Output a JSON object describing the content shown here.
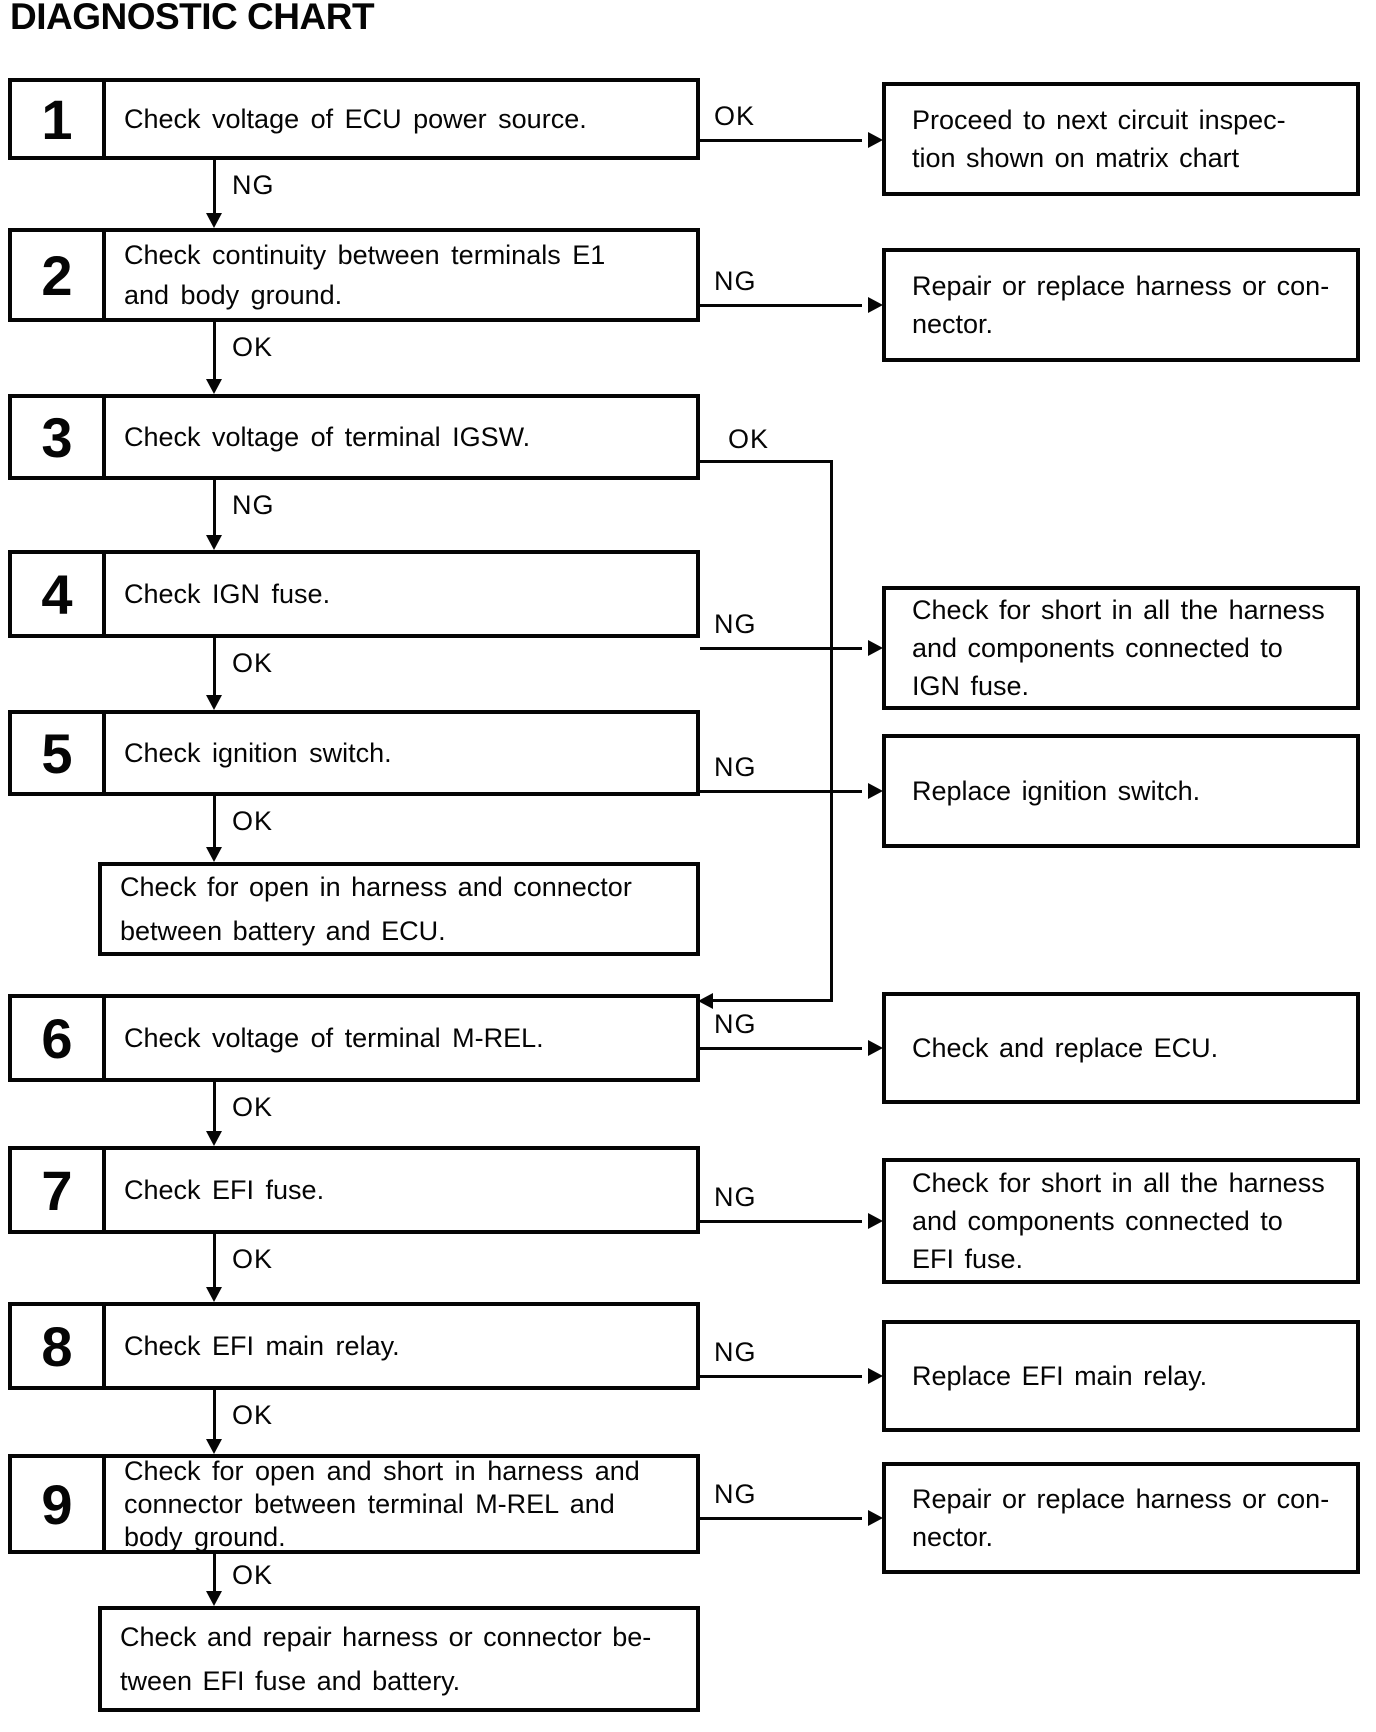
{
  "title": "DIAGNOSTIC CHART",
  "steps": [
    {
      "number": "1",
      "text": "Check voltage of ECU power source.",
      "branch": "OK",
      "result": "Proceed to next circuit inspec-\ntion shown on matrix chart",
      "down": "NG"
    },
    {
      "number": "2",
      "text": "Check continuity between terminals E1\nand body ground.",
      "branch": "NG",
      "result": "Repair or replace harness or con-\nnector.",
      "down": "OK"
    },
    {
      "number": "3",
      "text": "Check voltage of terminal IGSW.",
      "branch": "OK",
      "branch_target": "step 6",
      "down": "NG"
    },
    {
      "number": "4",
      "text": "Check IGN fuse.",
      "branch": "NG",
      "result": "Check for short in all the harness\nand components connected to\nIGN fuse.",
      "down": "OK"
    },
    {
      "number": "5",
      "text": "Check ignition switch.",
      "branch": "NG",
      "result": "Replace ignition switch.",
      "down": "OK"
    },
    {
      "number": "6",
      "text": "Check voltage of terminal M-REL.",
      "branch": "NG",
      "result": "Check and replace ECU.",
      "down": "OK"
    },
    {
      "number": "7",
      "text": "Check EFI fuse.",
      "branch": "NG",
      "result": "Check for short in all the harness\nand components connected to\nEFI fuse.",
      "down": "OK"
    },
    {
      "number": "8",
      "text": "Check EFI main relay.",
      "branch": "NG",
      "result": "Replace EFI main relay.",
      "down": "OK"
    },
    {
      "number": "9",
      "text": "Check for open and short in harness and\nconnector between terminal M-REL and\nbody ground.",
      "branch": "NG",
      "result": "Repair or replace harness or con-\nnector.",
      "down": "OK"
    }
  ],
  "unnumbered": [
    {
      "text": "Check for open in harness and connector\nbetween battery and ECU."
    },
    {
      "text": "Check and repair harness or connector be-\ntween EFI fuse and battery."
    }
  ]
}
